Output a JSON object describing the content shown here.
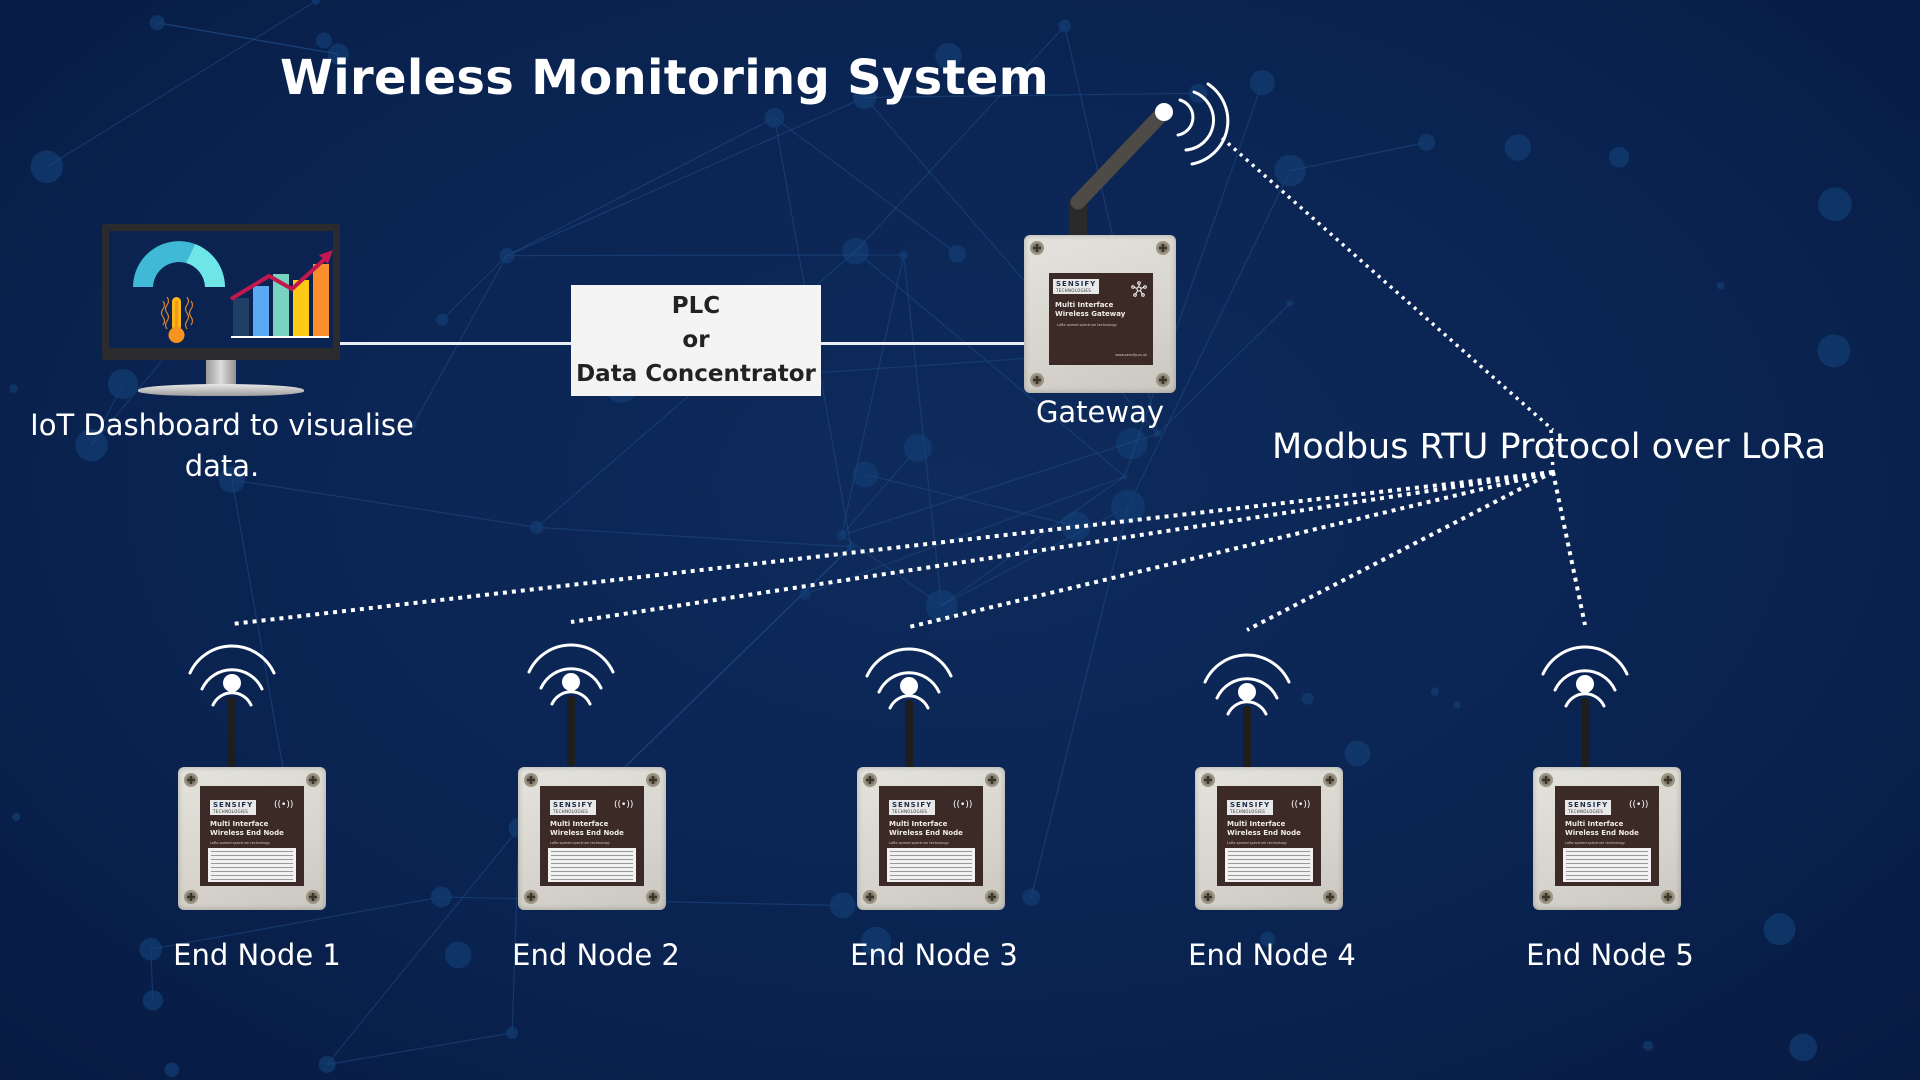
{
  "title": "Wireless Monitoring System",
  "colors": {
    "background": "#0a2452",
    "network_lines": "#1f4b86",
    "foreground": "#ffffff",
    "plc_box_bg": "#f4f4f4",
    "plc_box_text": "#222222",
    "enclosure": "#d9d7cf",
    "label_panel": "#3b2a26",
    "brand_green": "#3aa34a"
  },
  "dashboard": {
    "caption": "IoT Dashboard to visualise data.",
    "icons": [
      "gauge-icon",
      "thermometer-icon",
      "bar-chart-icon",
      "trend-arrow-icon"
    ],
    "bar_colors": [
      "#1f3f66",
      "#5aa9f5",
      "#78d3c2",
      "#fdcb16",
      "#f98e2a"
    ],
    "gauge_colors": [
      "#3fb9d6",
      "#6ee6e8"
    ],
    "trend_color": "#c2184f"
  },
  "plc": {
    "line1": "PLC",
    "line2": "or",
    "line3": "Data Concentrator"
  },
  "gateway": {
    "caption": "Gateway",
    "brand": "SENSIFY",
    "brand_sub": "TECHNOLOGIES",
    "product_line1": "Multi Interface",
    "product_line2": "Wireless Gateway",
    "tagline": "LoRa spread spectrum technology",
    "url": "www.sensify.co.uk",
    "symbol": "network-hub-icon"
  },
  "protocol": {
    "caption": "Modbus RTU Protocol over LoRa"
  },
  "end_nodes": [
    {
      "label": "End Node 1",
      "product_line1": "Multi Interface",
      "product_line2": "Wireless End Node"
    },
    {
      "label": "End Node 2",
      "product_line1": "Multi Interface",
      "product_line2": "Wireless End Node"
    },
    {
      "label": "End Node 3",
      "product_line1": "Multi Interface",
      "product_line2": "Wireless End Node"
    },
    {
      "label": "End Node 4",
      "product_line1": "Multi Interface",
      "product_line2": "Wireless End Node"
    },
    {
      "label": "End Node 5",
      "product_line1": "Multi Interface",
      "product_line2": "Wireless End Node"
    }
  ],
  "end_node_common": {
    "brand": "SENSIFY",
    "brand_sub": "TECHNOLOGIES",
    "tagline": "LoRa spread spectrum technology",
    "symbol": "((•))"
  }
}
